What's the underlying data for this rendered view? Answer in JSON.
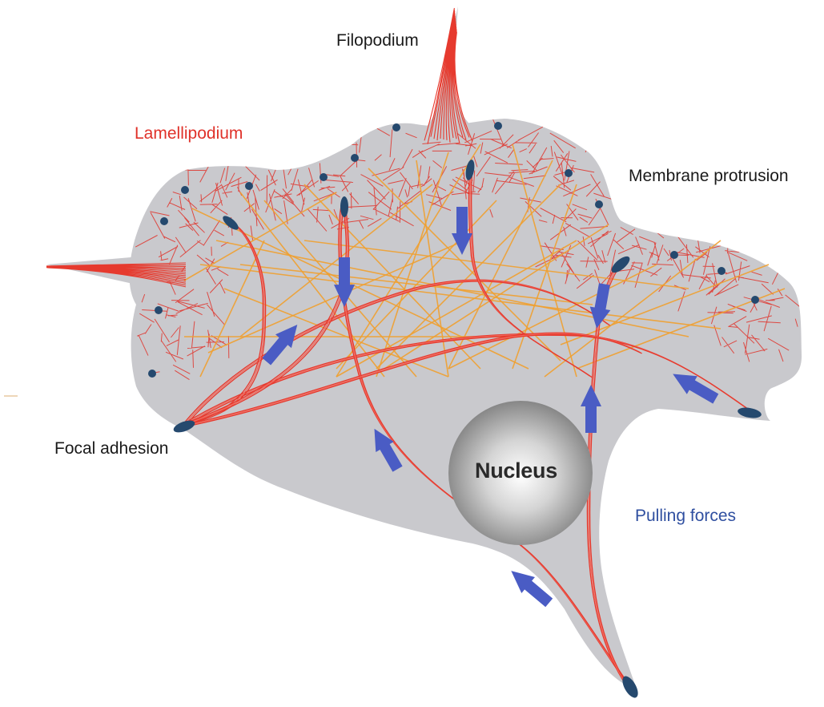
{
  "labels": {
    "filopodium": "Filopodium",
    "lamellipodium": "Lamellipodium",
    "membrane_protrusion": "Membrane protrusion",
    "focal_adhesion": "Focal adhesion",
    "pulling_forces": "Pulling forces",
    "nucleus": "Nucleus"
  },
  "colors": {
    "cell_body": "#c9c9cd",
    "actin_mesh": "#e0322a",
    "stress_fiber": "#e63a2e",
    "microtubule": "#f0a030",
    "focal_adhesion": "#25496e",
    "force_arrow": "#4a5cc4",
    "text_dark": "#1a1a1a",
    "text_red": "#e0322a",
    "text_blue": "#2f4fa0"
  }
}
